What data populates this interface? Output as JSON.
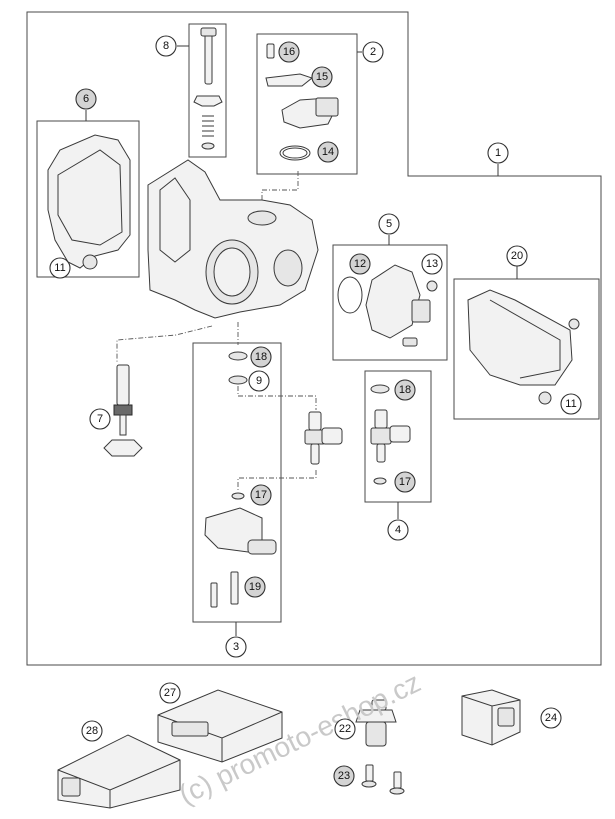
{
  "callouts": {
    "c1": "1",
    "c2": "2",
    "c3": "3",
    "c4": "4",
    "c5": "5",
    "c6": "6",
    "c7": "7",
    "c8": "8",
    "c9": "9",
    "c11a": "11",
    "c11b": "11",
    "c12": "12",
    "c13": "13",
    "c14": "14",
    "c15": "15",
    "c16": "16",
    "c17a": "17",
    "c17b": "17",
    "c18a": "18",
    "c18b": "18",
    "c19": "19",
    "c20": "20",
    "c22": "22",
    "c23": "23",
    "c24": "24",
    "c27": "27",
    "c28": "28"
  },
  "watermark": "(c) promoto-eshop.cz",
  "colors": {
    "line": "#4a4a4a",
    "highlight": "#d4d4d4",
    "part": "#f2f2f2"
  }
}
